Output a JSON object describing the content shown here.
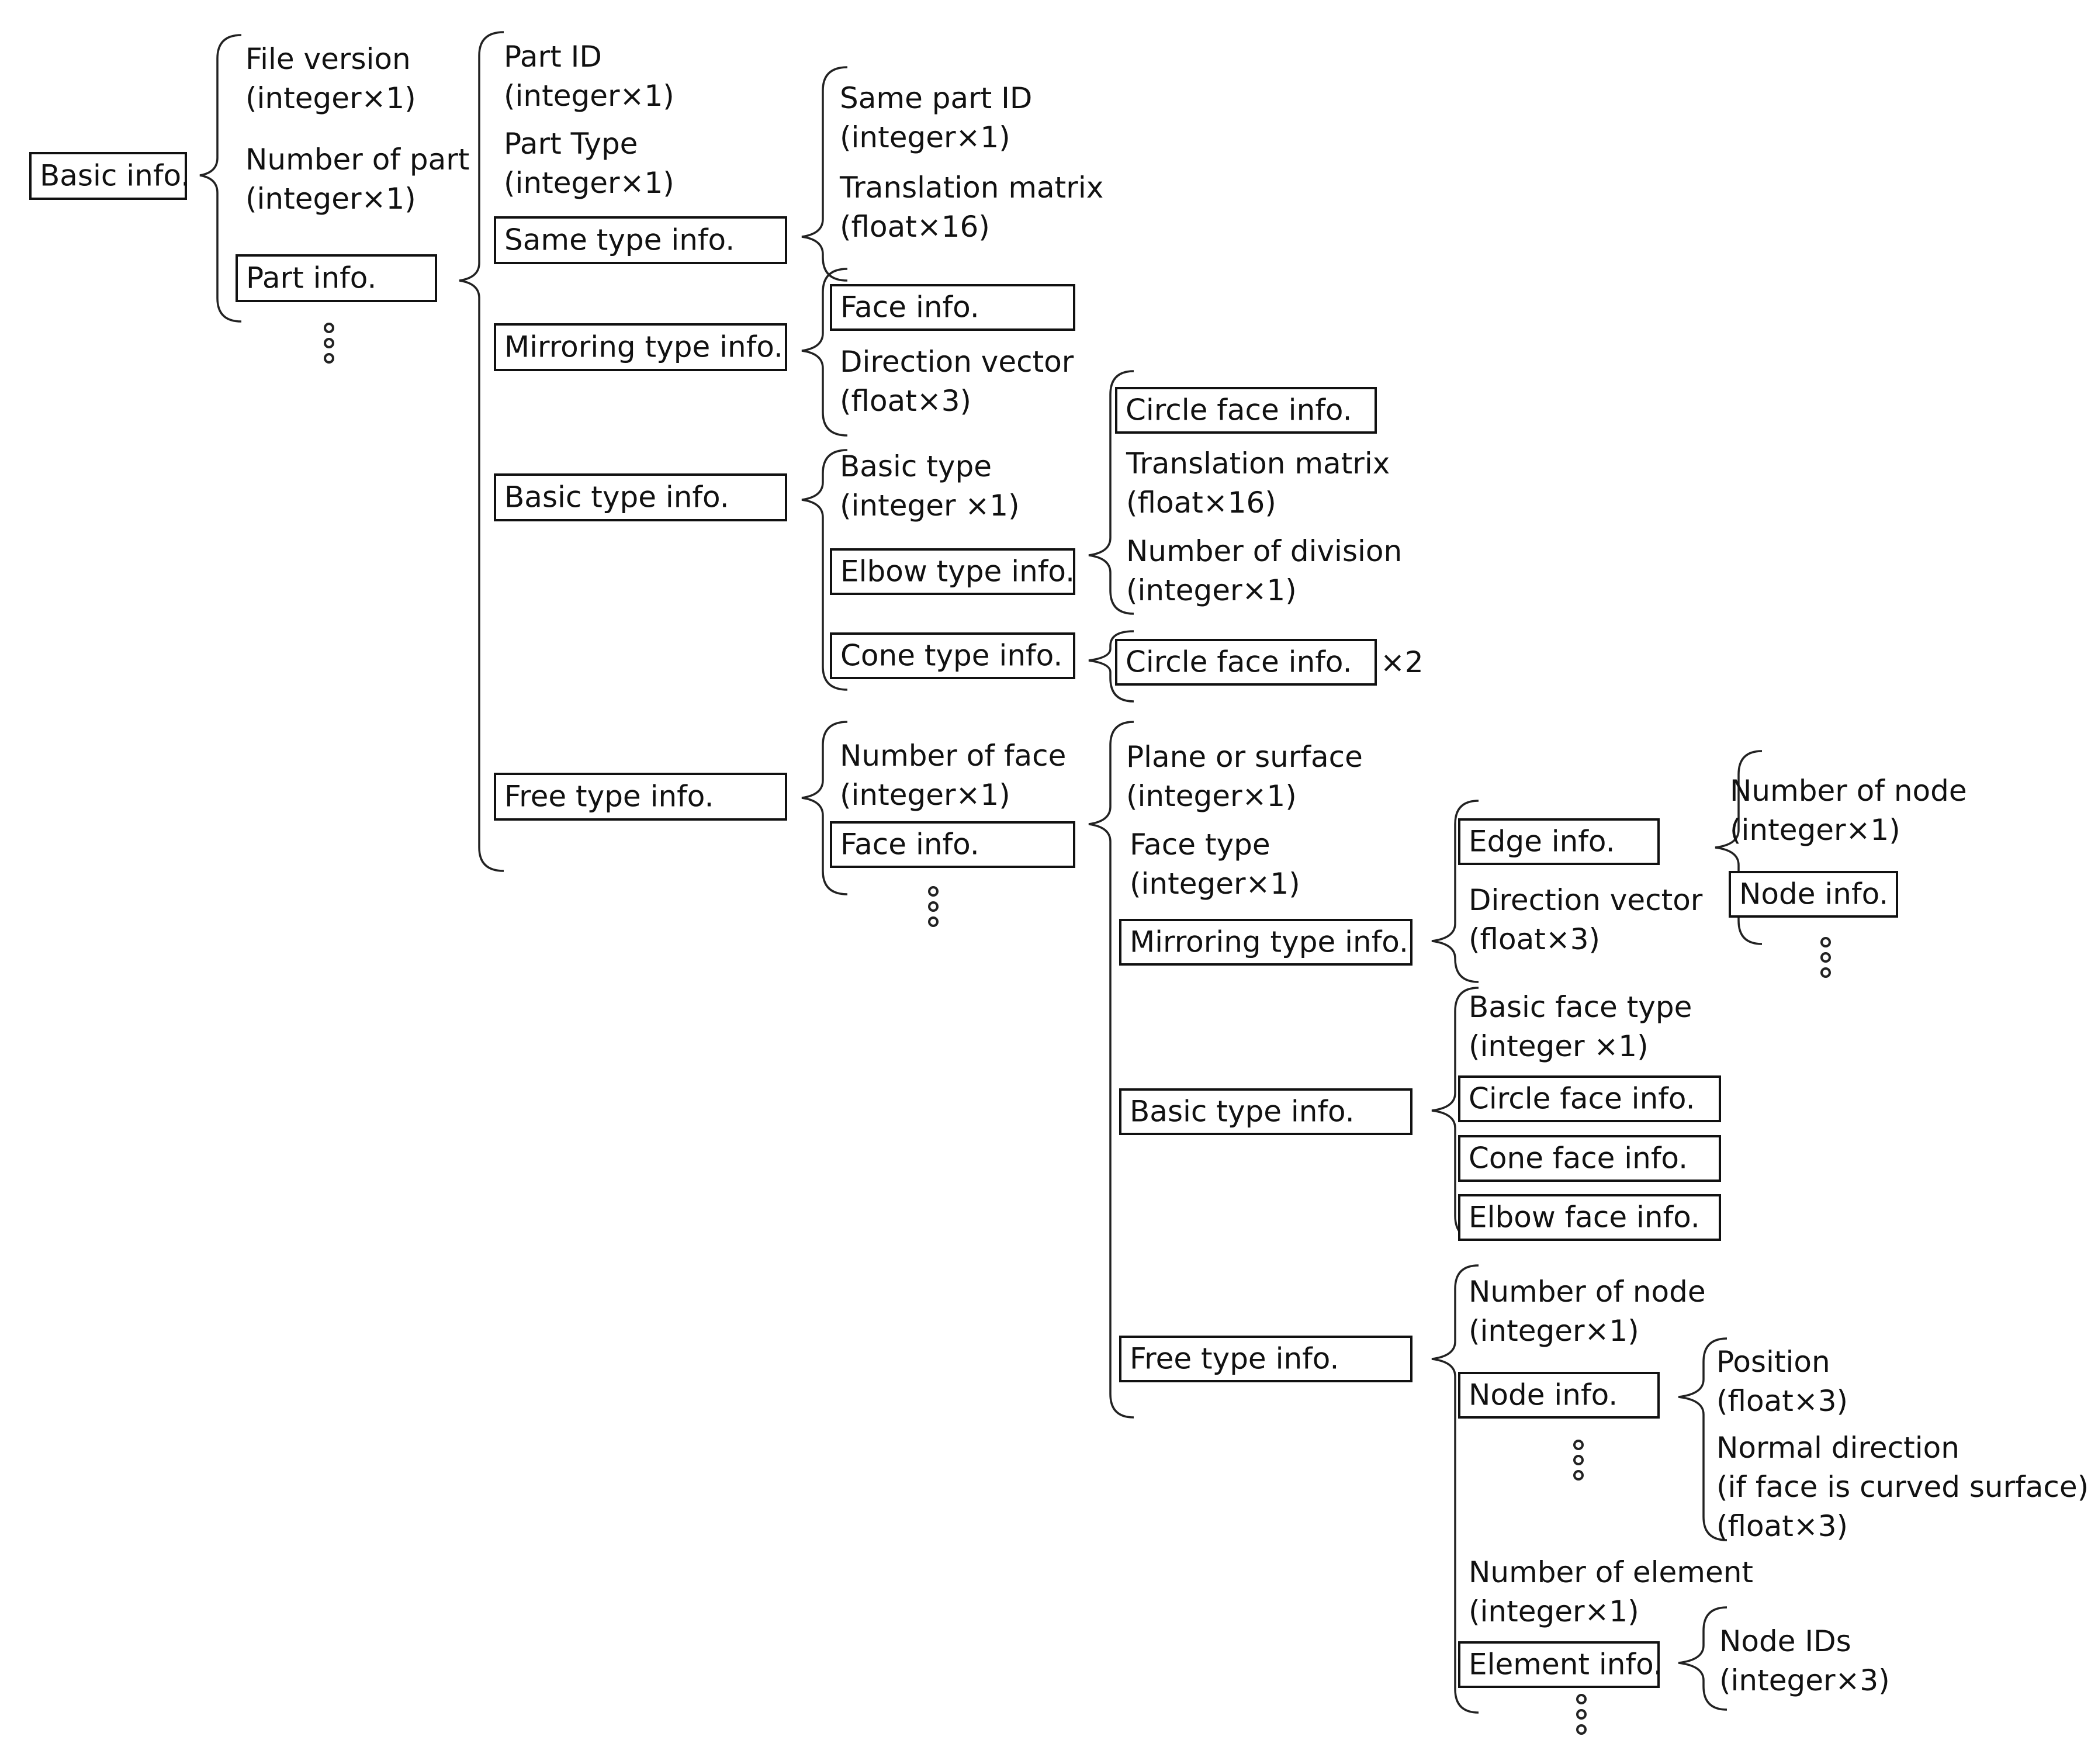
{
  "root": {
    "label": "Basic info."
  },
  "basic_info": {
    "file_version": "File version",
    "file_version_type": "(integer×1)",
    "number_of_part": "Number of part",
    "number_of_part_type": "(integer×1)",
    "part_info": "Part info."
  },
  "part_info": {
    "part_id": "Part ID",
    "part_id_type": "(integer×1)",
    "part_type": "Part Type",
    "part_type_type": "(integer×1)",
    "same_type_info": "Same type info.",
    "mirroring_type_info": "Mirroring type info.",
    "basic_type_info": "Basic type info.",
    "free_type_info": "Free type info."
  },
  "same_type": {
    "same_part_id": "Same part ID",
    "same_part_id_type": "(integer×1)",
    "translation_matrix": "Translation matrix",
    "translation_matrix_type": "(float×16)"
  },
  "mirroring_type": {
    "face_info": "Face info.",
    "direction_vector": "Direction vector",
    "direction_vector_type": "(float×3)"
  },
  "basic_type": {
    "basic_type": "Basic type",
    "basic_type_type": "(integer ×1)",
    "elbow_type_info": "Elbow type info.",
    "cone_type_info": "Cone type info."
  },
  "elbow_type": {
    "circle_face_info": "Circle face info.",
    "translation_matrix": "Translation matrix",
    "translation_matrix_type": "(float×16)",
    "number_of_division": "Number of division",
    "number_of_division_type": "(integer×1)"
  },
  "cone_type": {
    "circle_face_info": "Circle face info.",
    "multiplier": "×2"
  },
  "free_type": {
    "number_of_face": "Number of face",
    "number_of_face_type": "(integer×1)",
    "face_info": "Face info."
  },
  "face_info": {
    "plane_or_surface": "Plane or surface",
    "plane_or_surface_type": "(integer×1)",
    "face_type": "Face type",
    "face_type_type": "(integer×1)",
    "mirroring_type_info": "Mirroring type info.",
    "basic_type_info": "Basic type info.",
    "free_type_info": "Free type info."
  },
  "face_mirroring": {
    "edge_info": "Edge info.",
    "direction_vector": "Direction vector",
    "direction_vector_type": "(float×3)"
  },
  "edge_info": {
    "number_of_node": "Number of node",
    "number_of_node_type": "(integer×1)",
    "node_info": "Node info."
  },
  "face_basic": {
    "basic_face_type": "Basic face type",
    "basic_face_type_type": "(integer ×1)",
    "circle_face_info": "Circle face info.",
    "cone_face_info": "Cone face info.",
    "elbow_face_info": "Elbow face info."
  },
  "face_free": {
    "number_of_node": "Number of node",
    "number_of_node_type": "(integer×1)",
    "node_info": "Node info.",
    "number_of_element": "Number of element",
    "number_of_element_type": "(integer×1)",
    "element_info": "Element info."
  },
  "node_info": {
    "position": "Position",
    "position_type": "(float×3)",
    "normal_direction": "Normal direction",
    "normal_direction_note": "(if face is curved surface)",
    "normal_direction_type": "(float×3)"
  },
  "element_info": {
    "node_ids": "Node IDs",
    "node_ids_type": "(integer×3)"
  }
}
